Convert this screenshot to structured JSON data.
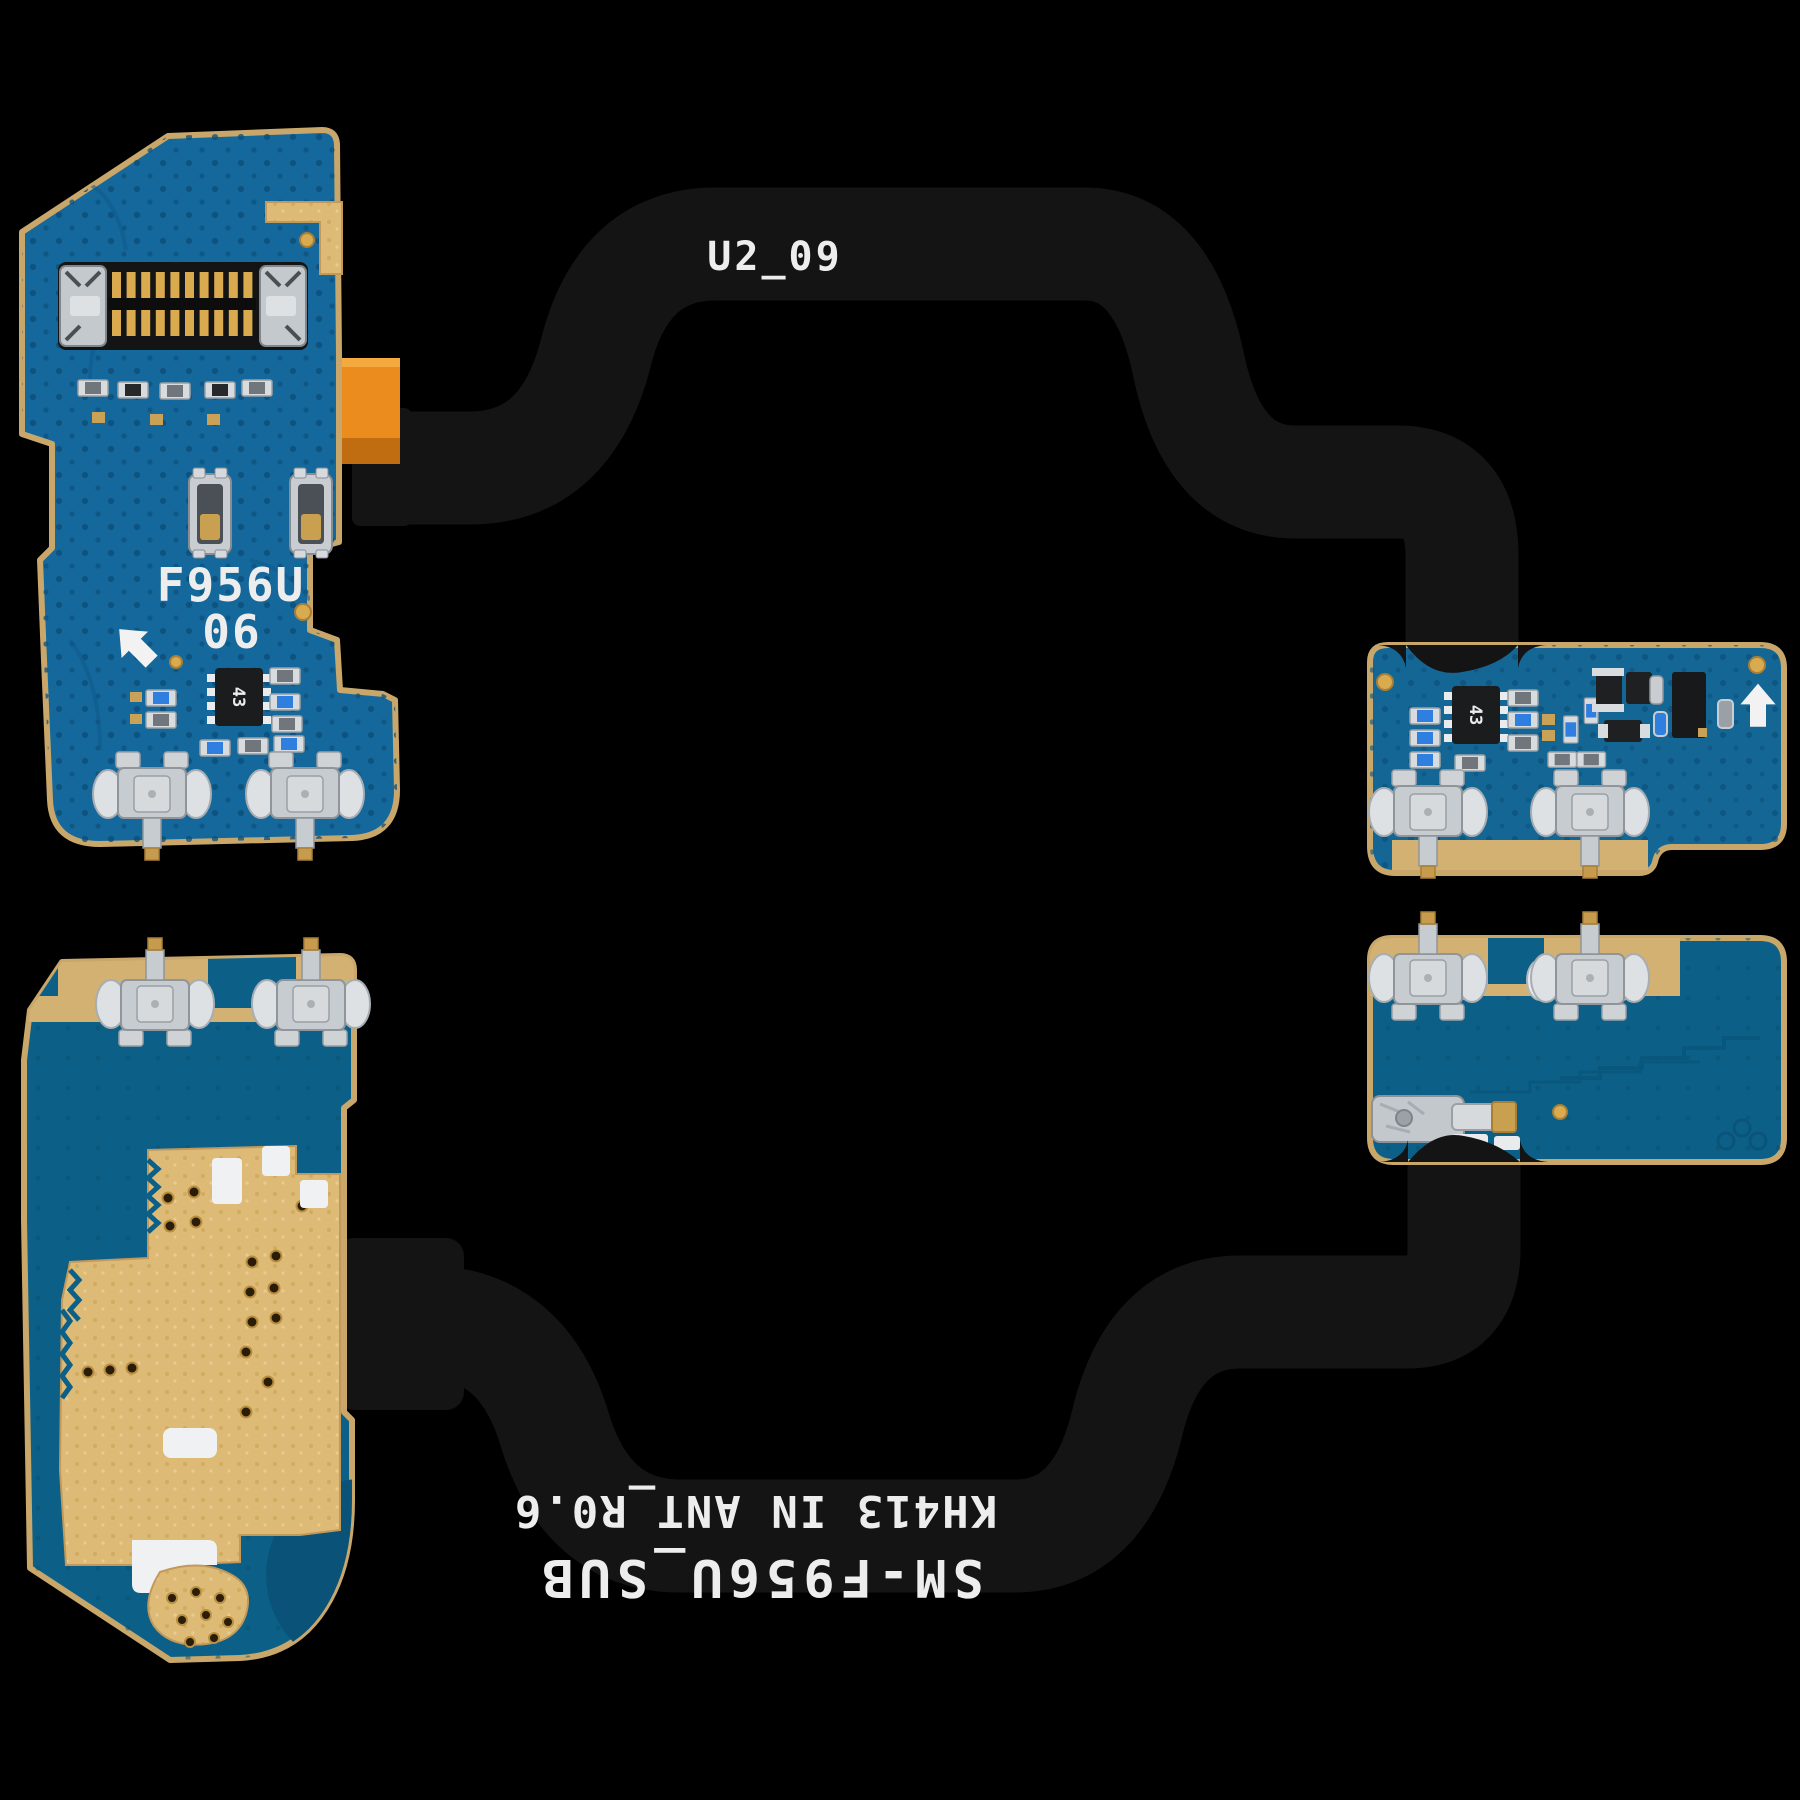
{
  "colors": {
    "background": "#000000",
    "flex_black": "#141414",
    "pcb_blue_bright": "#15689b",
    "pcb_teal_dark": "#0c6087",
    "soldermask_dot": "#0b4c77",
    "gold_edge_plating": "#c9a76a",
    "antenna_gold_pour": "#deba77",
    "orange_stiffener": "#ea8c1e",
    "silkscreen_white": "#ededed",
    "connector_pin_gold": "#d9aa4e",
    "metal_silver": "#c9cdd1",
    "component_blue": "#2f7fe0"
  },
  "top_flex": {
    "marking": "U2_09"
  },
  "top_left_board": {
    "model_marking": "F956U",
    "revision_marking": "06",
    "ic_marking": "43"
  },
  "right_middle_board": {
    "ic_marking": "43"
  },
  "bottom_flex": {
    "marking_line1": "KH413 IN ANT_R0.6",
    "marking_line2": "SM-F956U_SUB"
  },
  "icons": {
    "arrow-nw-icon": "white silkscreen arrow pointing up-left",
    "arrow-up-icon": "white silkscreen arrow pointing up"
  }
}
